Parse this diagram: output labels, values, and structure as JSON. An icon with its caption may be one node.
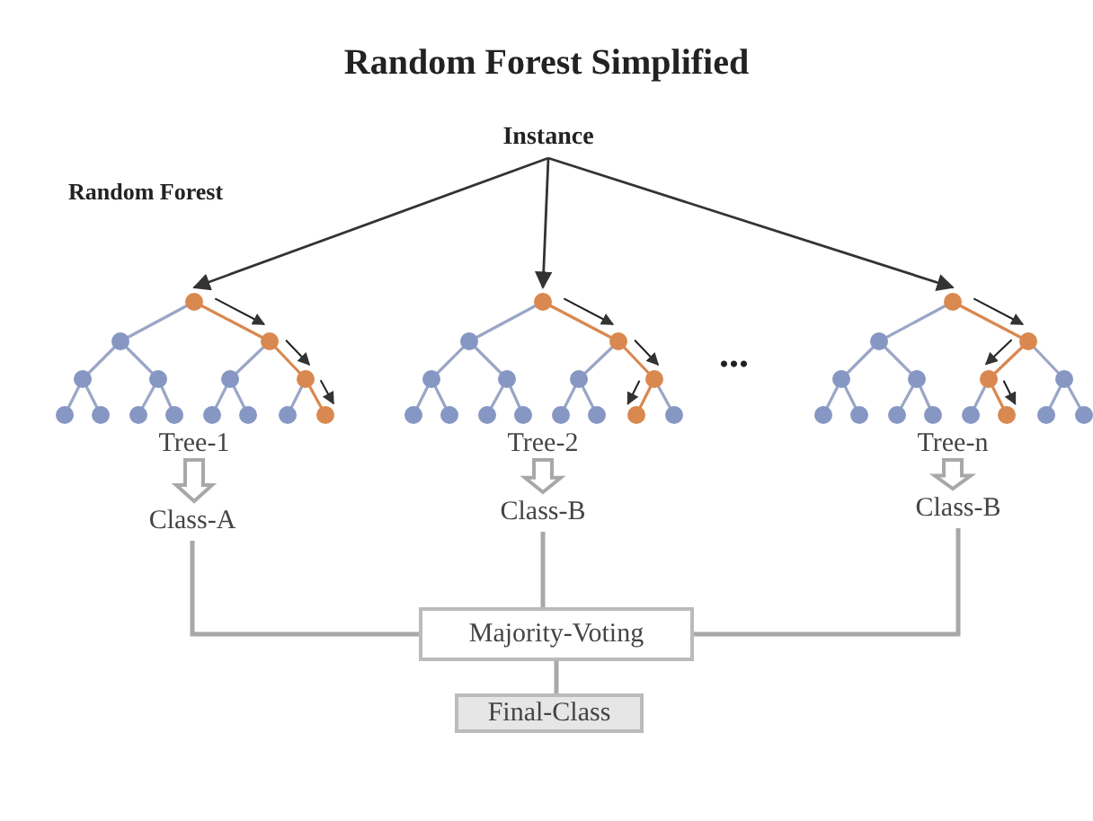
{
  "diagram": {
    "title": "Random Forest Simplified",
    "nodes": [
      {
        "text": [
          "Instance"
        ]
      },
      {
        "text": [
          "Tree-1"
        ]
      },
      {
        "text": [
          "Tree-2"
        ]
      },
      {
        "text": [
          "Tree-n"
        ]
      },
      {
        "text": [
          "Class-A"
        ]
      },
      {
        "text": [
          "Class-B"
        ]
      },
      {
        "text": [
          "Class-B"
        ]
      },
      {
        "text": [
          "Majority-Voting"
        ]
      },
      {
        "text": [
          "Final-Class"
        ]
      }
    ],
    "edges": [
      {
        "from": 0,
        "to": 1,
        "arrow": "to",
        "color": "#333333"
      },
      {
        "from": 0,
        "to": 2,
        "arrow": "to",
        "color": "#333333"
      },
      {
        "from": 0,
        "to": 3,
        "arrow": "to",
        "color": "#333333"
      },
      {
        "from": 1,
        "to": 4,
        "arrow": "to",
        "style": "thick"
      },
      {
        "from": 2,
        "to": 5,
        "arrow": "to",
        "style": "thick"
      },
      {
        "from": 3,
        "to": 6,
        "arrow": "to",
        "style": "thick"
      },
      {
        "from": 4,
        "to": 7,
        "arrow": "none"
      },
      {
        "from": 5,
        "to": 7,
        "arrow": "none"
      },
      {
        "from": 6,
        "to": 7,
        "arrow": "none"
      },
      {
        "from": 7,
        "to": 8,
        "arrow": "none"
      }
    ],
    "labels": [
      "Random Forest",
      "..."
    ]
  }
}
